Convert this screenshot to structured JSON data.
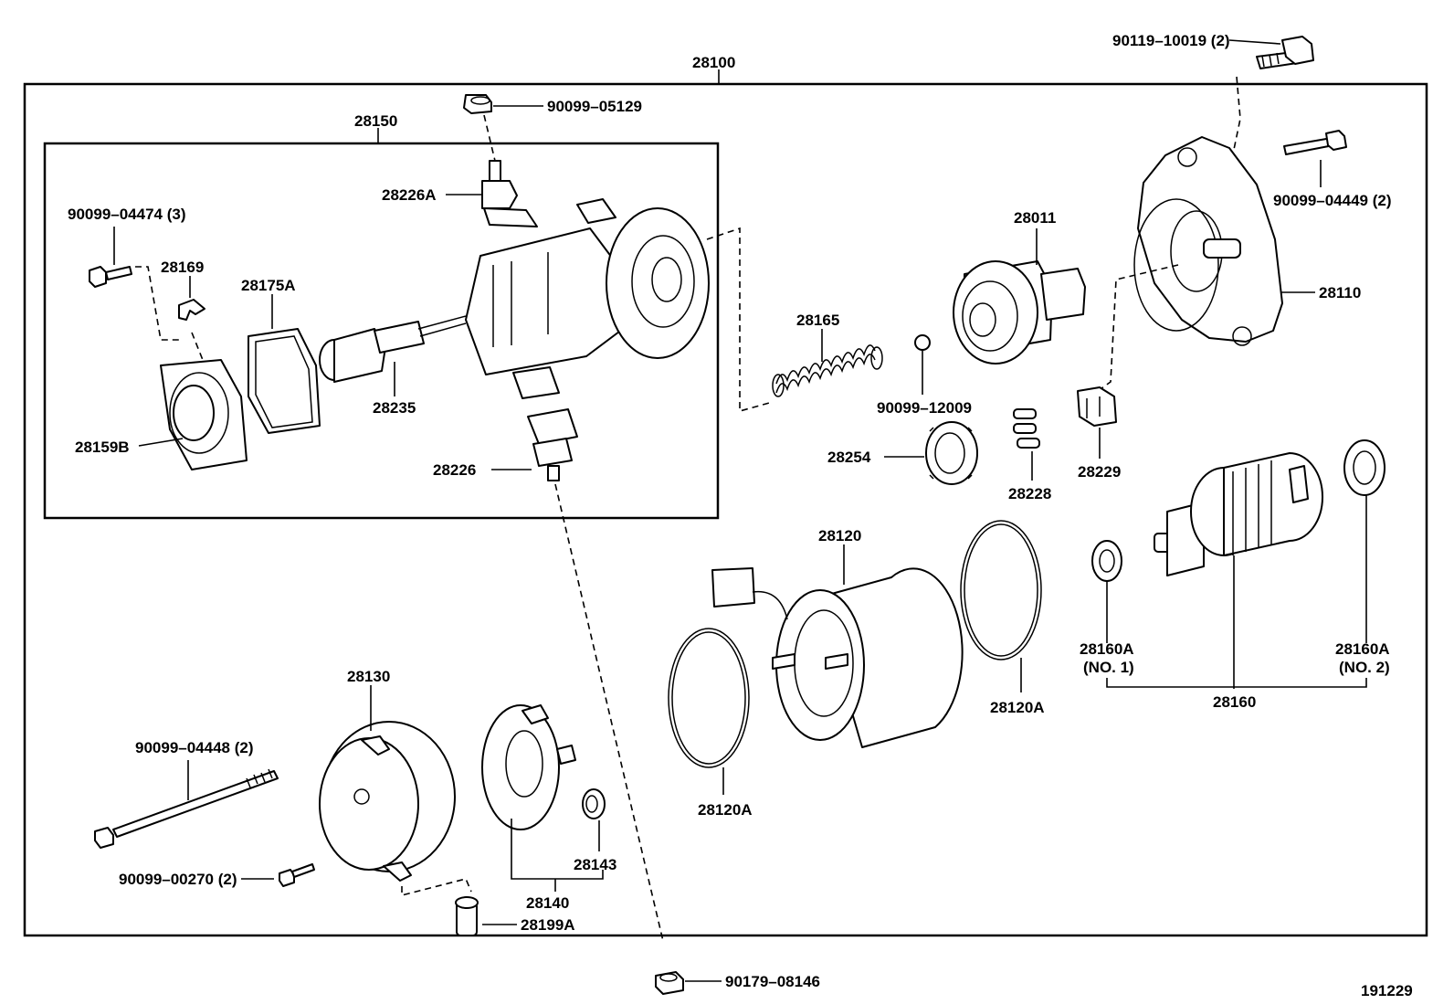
{
  "figure_code": "191229",
  "groups": {
    "assembly": "28100",
    "starter_motor_sub": "28150"
  },
  "labels": {
    "p90119_10019": "90119–10019 (2)",
    "p90099_05129": "90099–05129",
    "p90099_04474": "90099–04474 (3)",
    "p28226A": "28226A",
    "p28169": "28169",
    "p28175A": "28175A",
    "p28235": "28235",
    "p28159B": "28159B",
    "p28226": "28226",
    "p28165": "28165",
    "p90099_12009": "90099–12009",
    "p28011": "28011",
    "p90099_04449": "90099–04449 (2)",
    "p28110": "28110",
    "p28254": "28254",
    "p28228": "28228",
    "p28229": "28229",
    "p28120": "28120",
    "p28120A_right": "28120A",
    "p28120A_left": "28120A",
    "p28160A_1": "28160A",
    "p28160A_1_note": "(NO. 1)",
    "p28160A_2": "28160A",
    "p28160A_2_note": "(NO. 2)",
    "p28160": "28160",
    "p28130": "28130",
    "p90099_04448": "90099–04448 (2)",
    "p90099_00270": "90099–00270 (2)",
    "p28143": "28143",
    "p28140": "28140",
    "p28199A": "28199A",
    "p90179_08146": "90179–08146"
  }
}
